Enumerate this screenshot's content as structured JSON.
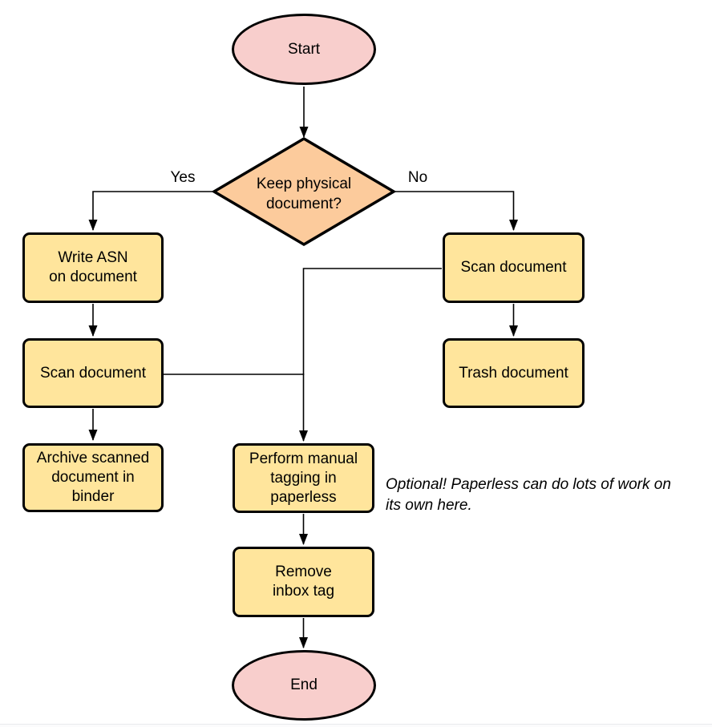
{
  "diagram": {
    "type": "flowchart",
    "nodes": {
      "start": {
        "label": "Start",
        "shape": "ellipse"
      },
      "decision_keep_physical": {
        "label": "Keep physical\ndocument?",
        "shape": "diamond"
      },
      "write_asn": {
        "label": "Write ASN\non document",
        "shape": "process"
      },
      "scan_document_left": {
        "label": "Scan document",
        "shape": "process"
      },
      "archive_in_binder": {
        "label": "Archive scanned\ndocument in\nbinder",
        "shape": "process"
      },
      "scan_document_right": {
        "label": "Scan document",
        "shape": "process"
      },
      "trash_document": {
        "label": "Trash document",
        "shape": "process"
      },
      "manual_tagging": {
        "label": "Perform manual\ntagging in\npaperless",
        "shape": "process"
      },
      "remove_inbox_tag": {
        "label": "Remove\ninbox tag",
        "shape": "process"
      },
      "end": {
        "label": "End",
        "shape": "ellipse"
      }
    },
    "edge_labels": {
      "yes": "Yes",
      "no": "No"
    },
    "note": "Optional! Paperless can do lots of work on\nits own here.",
    "colors": {
      "page_bg": "#ffffff",
      "terminal_fill": "#F8CECC",
      "process_fill": "#FFE59C",
      "decision_fill": "#FCCB9C",
      "stroke": "#000000",
      "line": "#000000"
    }
  }
}
